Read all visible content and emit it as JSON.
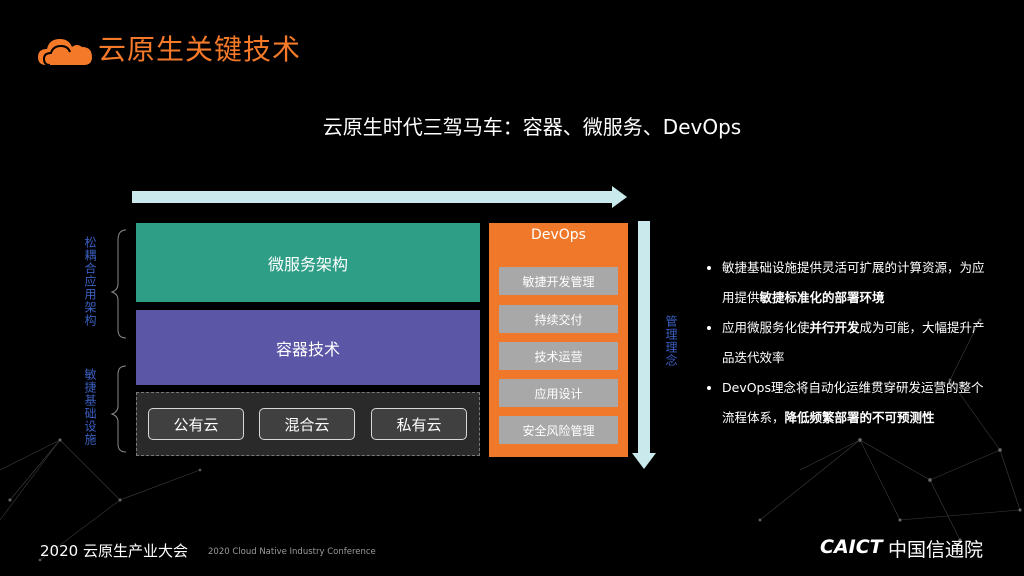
{
  "slide": {
    "title": "云原生关键技术",
    "subtitle": "云原生时代三驾马车：容器、微服务、DevOps"
  },
  "diagram": {
    "microservices": "微服务架构",
    "containers": "容器技术",
    "clouds": [
      "公有云",
      "混合云",
      "私有云"
    ],
    "devops_title": "DevOps",
    "devops_items": [
      "敏捷开发管理",
      "持续交付",
      "技术运营",
      "应用设计",
      "安全风险管理"
    ],
    "left_label_top": "松耦合应用架构",
    "left_label_bottom": "敏捷基础设施",
    "right_label": "管理理念"
  },
  "bullets": [
    {
      "pre": "敏捷基础设施提供灵活可扩展的计算资源，为应用提供",
      "bold": "敏捷标准化的部署环境",
      "post": ""
    },
    {
      "pre": "应用微服务化使",
      "bold": "并行开发",
      "post": "成为可能，大幅提升产品迭代效率"
    },
    {
      "pre": "DevOps理念将自动化运维贯穿研发运营的整个流程体系，",
      "bold": "降低频繁部署的不可预测性",
      "post": ""
    }
  ],
  "footer": {
    "event_cn": "2020 云原生产业大会",
    "event_en": "2020 Cloud Native Industry Conference",
    "logo_en": "CAICT",
    "logo_cn": "中国信通院"
  },
  "colors": {
    "accent": "#f47a2a",
    "green": "#2e9e86",
    "purple": "#5b56a6",
    "devops": "#f0782a",
    "arrow": "#c9e9ec"
  }
}
